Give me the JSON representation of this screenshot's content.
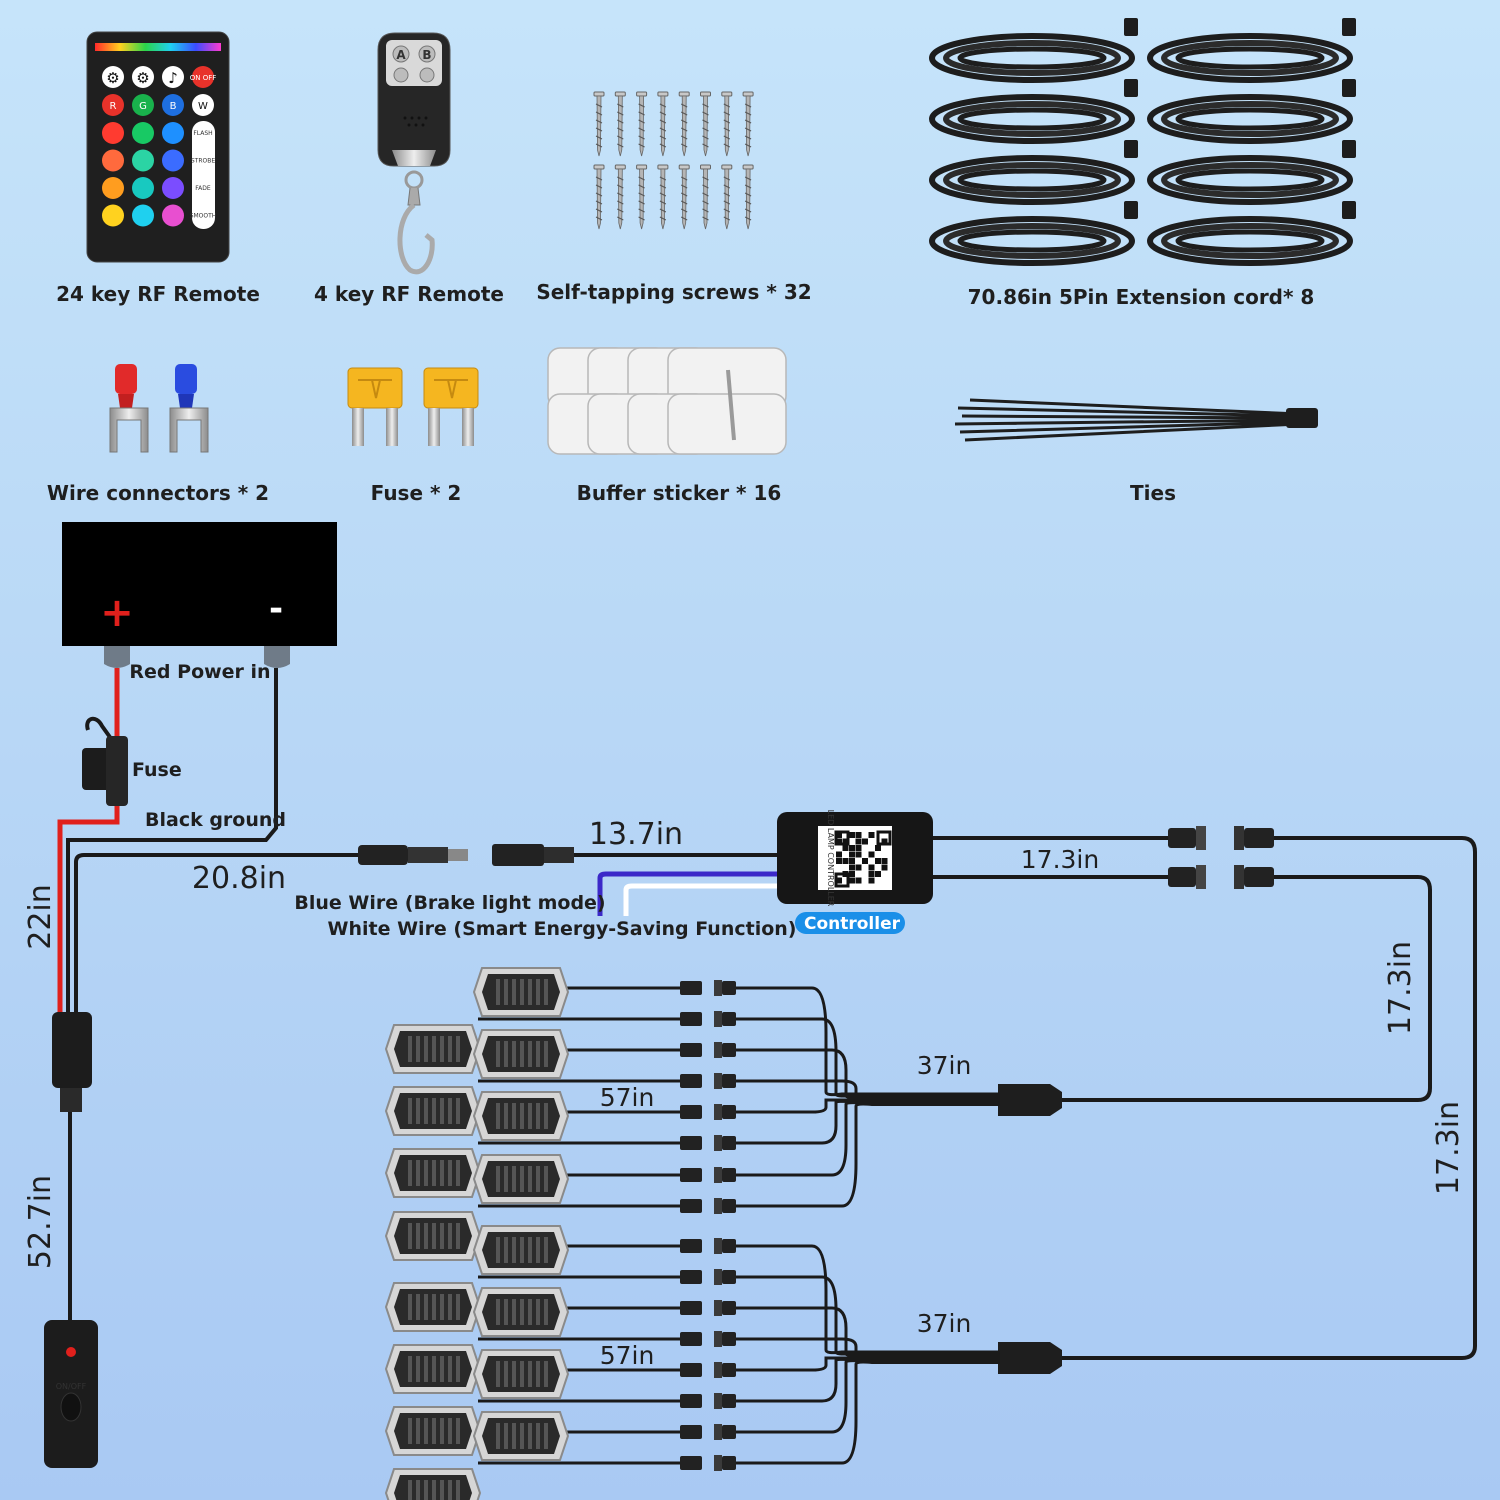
{
  "accessories": {
    "remote24": "24 key RF Remote",
    "remote4": "4 key RF Remote",
    "screws": "Self-tapping screws * 32",
    "extension": "70.86in 5Pin Extension cord* 8",
    "wire_connectors": "Wire connectors * 2",
    "fuse": "Fuse * 2",
    "buffer": "Buffer sticker * 16",
    "ties": "Ties"
  },
  "remote24_keys": {
    "icons": [
      "gear-icon",
      "gear-icon",
      "music-note-icon",
      "power-icon"
    ],
    "on_off": "ON OFF",
    "r": "R",
    "g": "G",
    "b": "B",
    "w": "W",
    "modes": [
      "FLASH",
      "STROBE",
      "FADE",
      "SMOOTH"
    ],
    "color_palette": [
      "#ff3b30",
      "#18c964",
      "#1e90ff",
      "#ff6a3d",
      "#2bd4a4",
      "#3b6cff",
      "#ff9d1f",
      "#18c9c0",
      "#7b4dff",
      "#ffd21f",
      "#1fd0ef",
      "#e84fd0"
    ]
  },
  "remote4_keys": {
    "a": "A",
    "b": "B"
  },
  "battery": {
    "plus": "+",
    "minus": "-"
  },
  "wiring": {
    "red_power": "Red Power in",
    "fuse": "Fuse",
    "black_ground": "Black ground",
    "len_22": "22in",
    "len_52": "52.7in",
    "len_20": "20.8in",
    "len_13": "13.7in",
    "len_17_h": "17.3in",
    "len_17_v1": "17.3in",
    "len_17_v2": "17.3in",
    "len_37_top": "37in",
    "len_37_bot": "37in",
    "len_57_top": "57in",
    "len_57_bot": "57in",
    "blue_wire": "Blue Wire (Brake light mode)",
    "white_wire": "White Wire (Smart Energy-Saving Function)",
    "controller": "Controller",
    "switch_label": "ON/OFF",
    "qr_text": "LED LAMP CONTROLLER"
  },
  "colors": {
    "red_wire": "#e0201c",
    "blue_wire": "#3b28c8",
    "white_wire": "#ffffff",
    "controller_badge": "#1a8fe8",
    "cable": "#1a1a1a"
  }
}
